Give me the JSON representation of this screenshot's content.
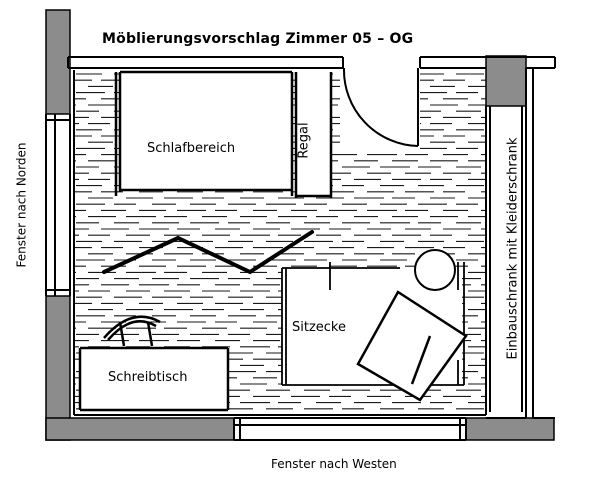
{
  "title": "Möblierungsvorschlag Zimmer 05 – OG",
  "rooms": {
    "sleeping": "Schlafbereich",
    "shelf": "Regal",
    "seating": "Sitzecke",
    "desk": "Schreibtisch",
    "wardrobe": "Einbauschrank mit Kleiderschrank"
  },
  "windows": {
    "north": "Fenster nach Norden",
    "west": "Fenster nach Westen"
  },
  "colors": {
    "wall": "#8c8c8c",
    "ink": "#000000",
    "floor_hatch": "#1a1a1a"
  }
}
